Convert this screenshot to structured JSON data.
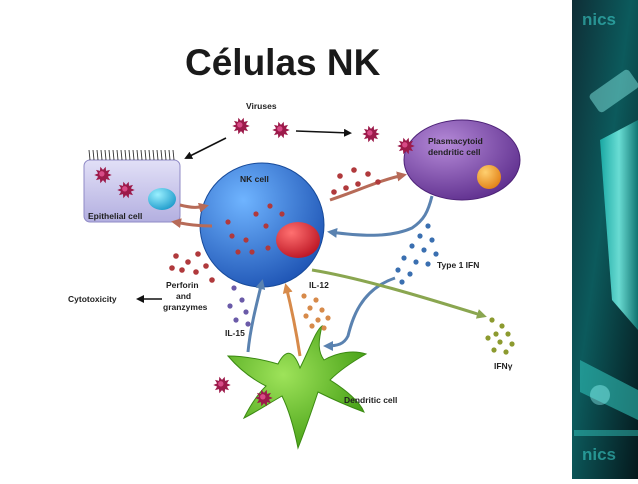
{
  "slide": {
    "title": "Células NK",
    "side_brand_top": "nics",
    "side_brand_bottom": "nics"
  },
  "labels": {
    "viruses": "Viruses",
    "pdc_line1": "Plasmacytoid",
    "pdc_line2": "dendritic cell",
    "nk_cell": "NK cell",
    "epithelial_cell": "Epithelial cell",
    "type1_ifn": "Type 1 IFN",
    "perforin_line1": "Perforin",
    "perforin_line2": "and",
    "perforin_line3": "granzymes",
    "cytotoxicity": "Cytotoxicity",
    "il12": "IL-12",
    "il15": "IL-15",
    "ifn_gamma": "IFNγ",
    "dendritic_cell": "Dendritic cell"
  },
  "colors": {
    "nk_cell": "#2a6fd6",
    "nk_nucleus": "#d8283a",
    "pdc_cell": "#7a3fa8",
    "pdc_nucleus": "#f39c1f",
    "epithelial": "#c9c6ec",
    "epithelial_nucleus": "#27b4d8",
    "dendritic_cell": "#66c21c",
    "virus": "#9c1a4a",
    "cytokine_red": "#b0393c",
    "cytokine_blue": "#3a6fb0",
    "cytokine_olive": "#8c9a2f",
    "cytokine_orange": "#d78a4a",
    "cytokine_purple": "#6a5aa8",
    "arrow_blue": "#5a82b0",
    "arrow_brown": "#b76b58",
    "arrow_green": "#8aa650"
  }
}
